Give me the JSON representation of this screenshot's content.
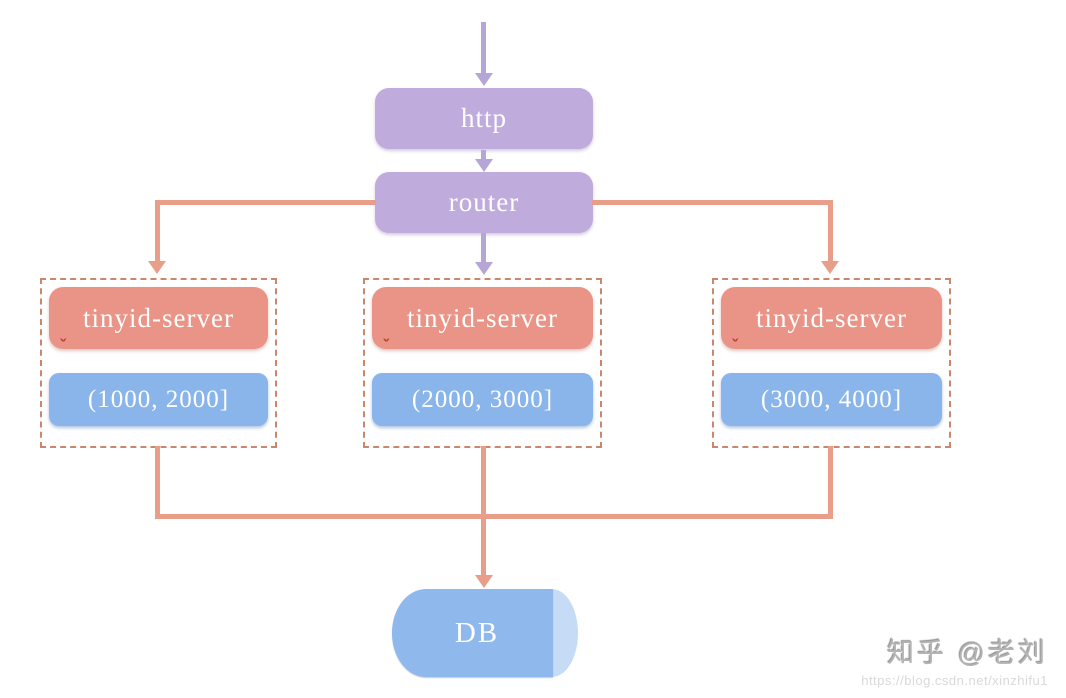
{
  "diagram": {
    "http": {
      "label": "http"
    },
    "router": {
      "label": "router"
    },
    "servers": [
      {
        "label": "tinyid-server",
        "range": "(1000, 2000]"
      },
      {
        "label": "tinyid-server",
        "range": "(2000, 3000]"
      },
      {
        "label": "tinyid-server",
        "range": "(3000, 4000]"
      }
    ],
    "db": {
      "label": "DB"
    },
    "spell_mark": "ˇ",
    "colors": {
      "purple_box": "#c0abdd",
      "purple_arrow": "#b6a6d8",
      "coral_box": "#e99486",
      "blue_box": "#8ab5ea",
      "salmon_line": "#e99e8a",
      "dashed_border": "#c9886e",
      "db_body": "#8fb8ec",
      "db_cap": "#c6dcf6",
      "text": "#ffffff"
    }
  },
  "watermark": {
    "site": "知乎 @老刘",
    "url": "https://blog.csdn.net/xinzhifu1"
  }
}
